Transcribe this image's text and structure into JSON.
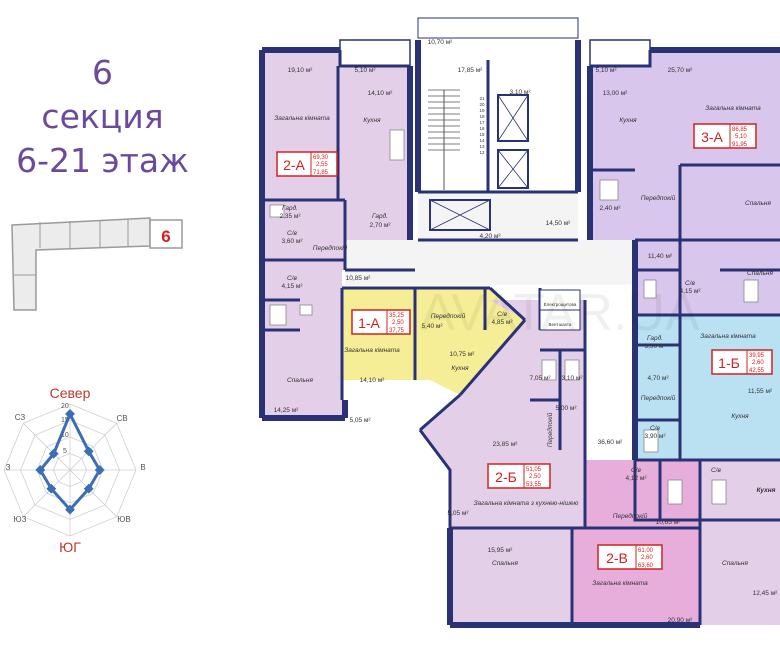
{
  "heading": {
    "line1": "6",
    "line2": "секция",
    "line3": "6-21 этаж"
  },
  "key_plan": {
    "section_number": "6"
  },
  "wind_rose": {
    "labels": {
      "n": "Север",
      "ne": "СВ",
      "e": "В",
      "se": "ЮВ",
      "s": "ЮГ",
      "sw": "ЮЗ",
      "w": "З",
      "nw": "СЗ"
    },
    "scale_ticks": [
      "5",
      "10",
      "15",
      "20"
    ],
    "max": 20,
    "values": [
      17,
      8,
      9,
      8,
      12,
      8,
      9,
      7
    ],
    "colors": {
      "line": "#3a6fb5",
      "accent": "#c0392b"
    }
  },
  "watermark": "AVATAR.UA",
  "colors": {
    "lilac": "#e4cfe9",
    "yellow": "#f6ee96",
    "blue": "#b9e1f2",
    "pink": "#e7aedb",
    "lavender": "#d8c6ec",
    "wall": "#2a3276",
    "red": "#d42020"
  },
  "apartments": [
    {
      "id": "2-A",
      "v1": "69,30",
      "v2": "2,55",
      "v3": "71,85"
    },
    {
      "id": "1-A",
      "v1": "35,25",
      "v2": "2,50",
      "v3": "37,75"
    },
    {
      "id": "2-Б",
      "v1": "51,05",
      "v2": "2,50",
      "v3": "53,55"
    },
    {
      "id": "2-В",
      "v1": "61,00",
      "v2": "2,60",
      "v3": "63,60"
    },
    {
      "id": "3-A",
      "v1": "86,85",
      "v2": "5,10",
      "v3": "91,95"
    },
    {
      "id": "1-Б",
      "v1": "39,95",
      "v2": "2,60",
      "v3": "42,55"
    }
  ],
  "rooms": {
    "r_19_1": "19,10 м²",
    "r_5_1": "5,10 м²",
    "r_10_7": "10,70 м²",
    "r_17_85": "17,85 м²",
    "r_3_1": "3,10 м²",
    "r_5_1b": "5,10 м²",
    "r_13": "13,00 м²",
    "r_25_7": "25,70 м²",
    "r_14_1a": "14,10 м²",
    "zag_2a": "Загальна кімната",
    "kuh_2a": "Кухня",
    "kuh_3a": "Кухня",
    "zag_3a": "Загальна кімната",
    "gard_2a": "Гард.",
    "gard_2a_v": "2,35 м²",
    "gard_2": "Гард.",
    "gard_2_v": "2,70 м²",
    "se_2a": "С/в",
    "se_2a_v": "3,60 м²",
    "se_2a2": "С/в",
    "se_2a2_v": "4,15 м²",
    "per_2a": "Передпокій",
    "per_2a_v": "10,85 м²",
    "r_4_2": "4,20 м²",
    "r_14_5": "14,50 м²",
    "r_2_4": "2,40 м²",
    "per_3a": "Передпокій",
    "sp_3a": "Спальня",
    "r_11_4": "11,40 м²",
    "sp_3a2": "Спальня",
    "se_3a": "С/в",
    "se_3a_v": "4,15 м²",
    "zag_1a": "Загальна кімната",
    "r_14_1b": "14,10 м²",
    "per_1a": "Передпокій",
    "per_1a_v": "5,40 м²",
    "kuh_1a": "Кухня",
    "kuh_1a_v": "10,75 м²",
    "se_1a": "С/в",
    "se_1a_v": "4,85 м²",
    "elec": "Електрощитова",
    "vent": "Вентшахта",
    "sp_2a": "Спальня",
    "sp_2a_v": "14,25 м²",
    "r_5_05a": "5,05 м²",
    "gard_1b": "Гард.",
    "gard_1b_v": "3,90 м²",
    "r_4_7": "4,70 м²",
    "zag_1b": "Загальна кімната",
    "per_1b": "Передпокій",
    "r_11_55": "11,55 м²",
    "kuh_1b": "Кухня",
    "se_1b": "С/в",
    "se_1b_v": "3,90 м²",
    "per_2b": "Передпокій",
    "r_5": "5,00 м²",
    "r_7_05": "7,05 м²",
    "r_3_1c": "3,10 м²",
    "r_23_85": "23,85 м²",
    "r_36_6": "36,60 м²",
    "zag_2b": "Загальна кімната з кухнею-нішею",
    "r_5_05b": "5,05 м²",
    "se_r1": "С/в",
    "se_r1_v": "4,12 м²",
    "se_r2": "С/в",
    "per_r": "Передпокій",
    "r_10_65": "10,65 м²",
    "kuh_r": "Кухня",
    "sp_2v": "Спальня",
    "r_15_95": "15,95 м²",
    "zag_2v": "Загальна кімната",
    "r_20_9": "20,90 м²",
    "sp_r": "Спальня",
    "r_12_45": "12,45 м²",
    "floors": [
      "21",
      "20",
      "19",
      "18",
      "17",
      "16",
      "15",
      "14",
      "13",
      "12"
    ]
  }
}
